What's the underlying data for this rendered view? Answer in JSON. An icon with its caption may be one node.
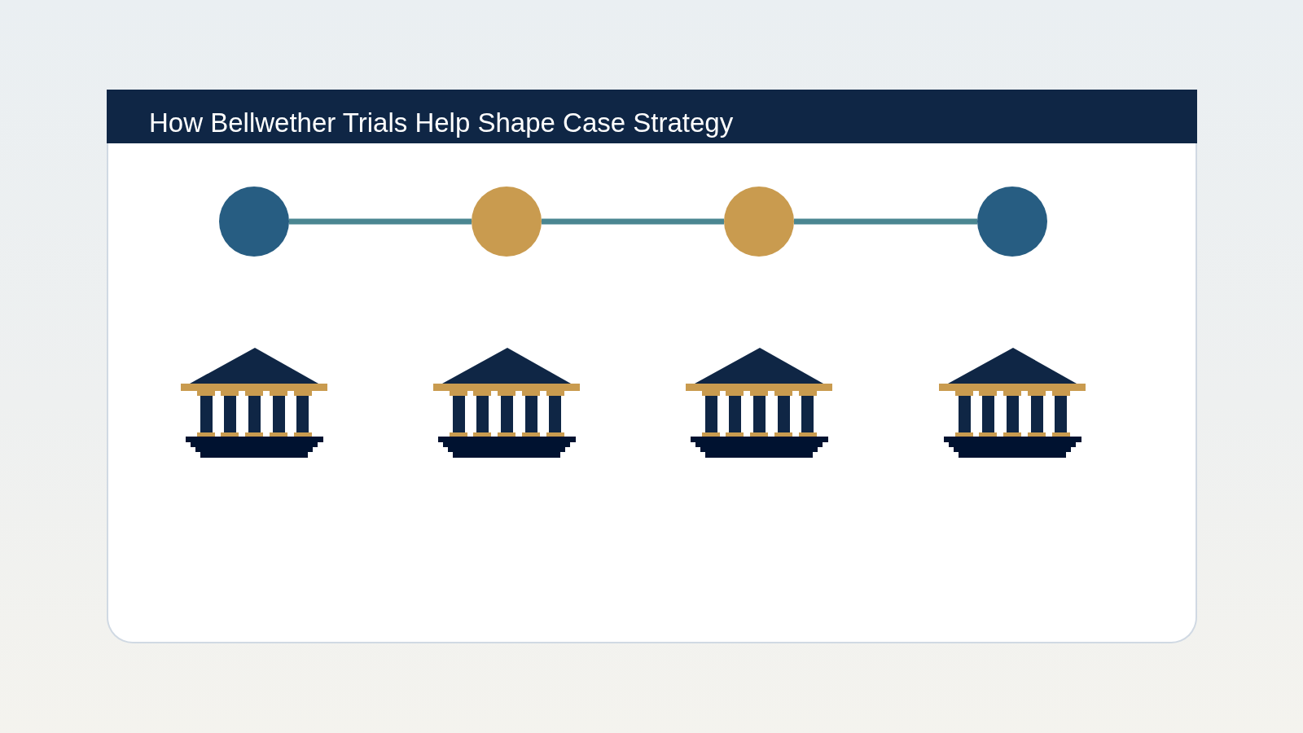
{
  "diagram": {
    "title": "How Bellwether Trials Help Shape Case Strategy",
    "nodes": [
      {
        "text": [],
        "shape": "circle"
      },
      {
        "text": [],
        "shape": "circle"
      },
      {
        "text": [],
        "shape": "circle"
      },
      {
        "text": [],
        "shape": "circle"
      }
    ],
    "edges": [
      {
        "from": 0,
        "to": 1,
        "arrow": "none"
      },
      {
        "from": 1,
        "to": 2,
        "arrow": "none"
      },
      {
        "from": 2,
        "to": 3,
        "arrow": "none"
      }
    ]
  }
}
